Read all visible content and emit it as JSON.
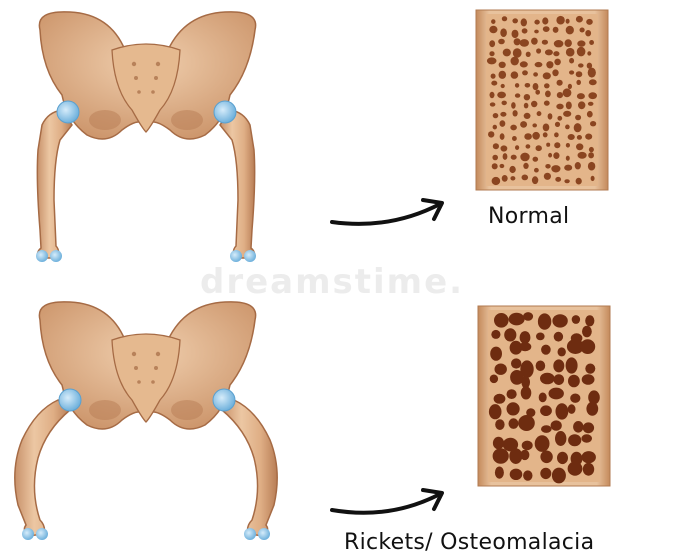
{
  "labels": {
    "normal": "Normal",
    "rickets": "Rickets/ Osteomalacia"
  },
  "watermark": "dreamstime.",
  "colors": {
    "bone": "#e2b48c",
    "bone_shadow": "#c88f63",
    "bone_dark": "#a66b45",
    "cartilage": "#8fc6e8",
    "marrow_cavity": "#7a3a1a",
    "arrow": "#111111"
  }
}
